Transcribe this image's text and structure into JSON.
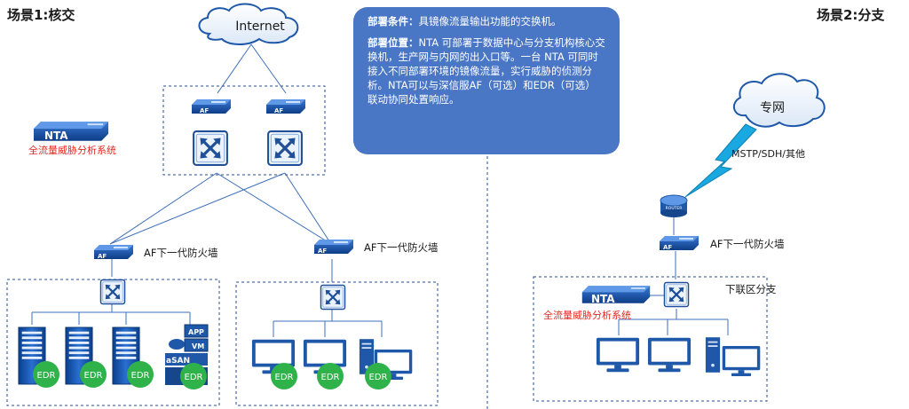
{
  "scene1": {
    "title": "场景1:核交"
  },
  "scene2": {
    "title": "场景2:分支"
  },
  "info_box": {
    "condition_label": "部署条件：",
    "condition_text": "具镜像流量输出功能的交换机。",
    "position_label": "部署位置：",
    "position_text": "NTA 可部署于数据中心与分支机构核心交换机，生产网与内网的出入口等。一台 NTA 可同时接入不同部署环境的镜像流量，实行威胁的侦测分析。NTA可以与深信服AF（可选）和EDR（可选）联动协同处置响应。"
  },
  "clouds": {
    "internet": "Internet",
    "private": "专网"
  },
  "link_label": "MSTP/SDH/其他",
  "nta": {
    "badge": "NTA",
    "caption": "全流量威胁分析系统"
  },
  "firewall": {
    "badge": "AF",
    "label": "AF下一代防火墙"
  },
  "router": {
    "badge": "ROUTER"
  },
  "branch_label": "下联区分支",
  "edr_label": "EDR",
  "asan": {
    "app": "APP",
    "vm": "VM",
    "name": "aSAN"
  },
  "colors": {
    "nta_red": "#e8261f",
    "badge_blue": "#1a4f9e",
    "info_bg": "#4a76c6",
    "dash": "#2a4d8f"
  }
}
